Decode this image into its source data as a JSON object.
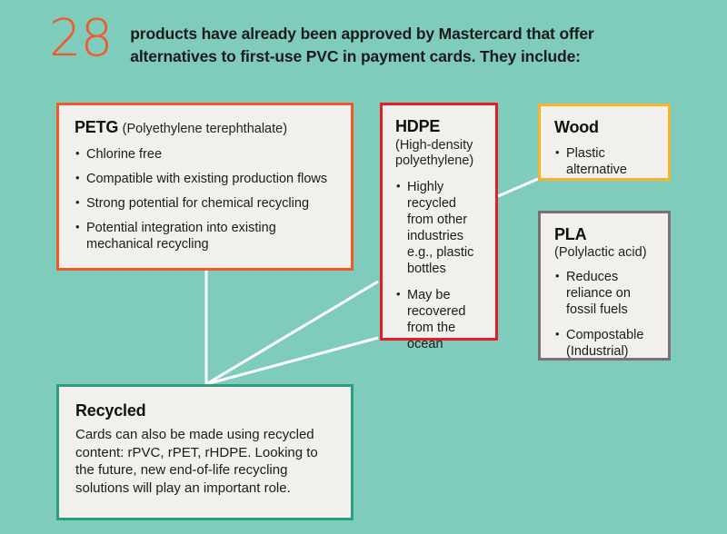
{
  "header": {
    "number": "28",
    "text": "products have already been approved by Mastercard that offer alternatives to first-use PVC in payment cards. They include:",
    "number_color": "#f05a28"
  },
  "theme": {
    "background": "#7fcbbc",
    "card_background": "#f1f0ec",
    "text_color": "#1b1b1b",
    "connector_color": "#ffffff"
  },
  "cards": {
    "petg": {
      "title": "PETG",
      "subtitle": "(Polyethylene terephthalate)",
      "border_color": "#f05a28",
      "bullets": [
        "Chlorine free",
        "Compatible with existing production flows",
        "Strong potential for chemical recycling",
        "Potential integration into existing mechanical recycling"
      ]
    },
    "hdpe": {
      "title": "HDPE",
      "subtitle": "(High-density polyethylene)",
      "border_color": "#e21f26",
      "bullets": [
        "Highly recycled from other industries e.g., plastic bottles",
        "May be recovered from the ocean"
      ]
    },
    "wood": {
      "title": "Wood",
      "subtitle": "",
      "border_color": "#f7b32b",
      "bullets": [
        "Plastic alternative"
      ]
    },
    "pla": {
      "title": "PLA",
      "subtitle": "(Polylactic acid)",
      "border_color": "#7b7175",
      "bullets": [
        "Reduces reliance on fossil fuels",
        "Compostable (Industrial)"
      ]
    },
    "recycled": {
      "title": "Recycled",
      "border_color": "#2d9d7f",
      "body": "Cards can also be made using recycled content: rPVC, rPET, rHDPE. Looking to the future, new end-of-life recycling solutions will play an important role."
    }
  }
}
